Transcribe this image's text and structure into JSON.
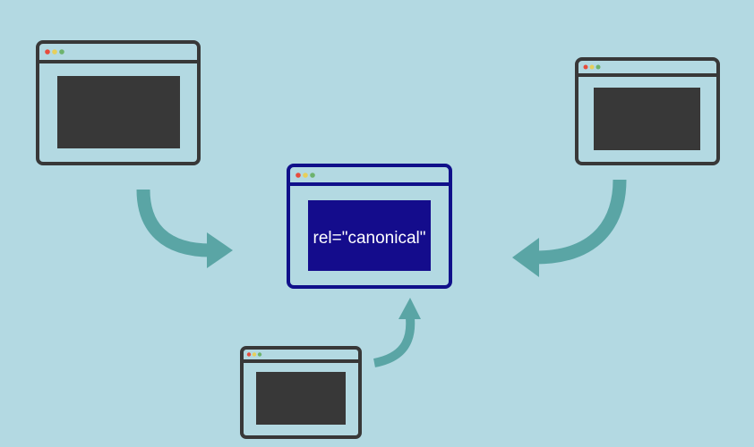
{
  "colors": {
    "background": "#b3d9e2",
    "window_frame": "#383838",
    "window_screen": "#383838",
    "canonical_frame": "#10108a",
    "canonical_screen": "#140c8c",
    "canonical_text": "#ffffff",
    "arrow": "#5aa5a5",
    "dot_red": "#e74c3c",
    "dot_yellow": "#e7cf5a",
    "dot_green": "#6db36d"
  },
  "canonical_window": {
    "label": "rel=\"canonical\""
  },
  "windows": [
    {
      "id": "top-left"
    },
    {
      "id": "top-right"
    },
    {
      "id": "bottom"
    }
  ],
  "arrows": [
    {
      "from": "top-left",
      "to": "canonical",
      "icon": "curved-arrow-icon"
    },
    {
      "from": "top-right",
      "to": "canonical",
      "icon": "curved-arrow-icon"
    },
    {
      "from": "bottom",
      "to": "canonical",
      "icon": "curved-arrow-icon"
    }
  ]
}
